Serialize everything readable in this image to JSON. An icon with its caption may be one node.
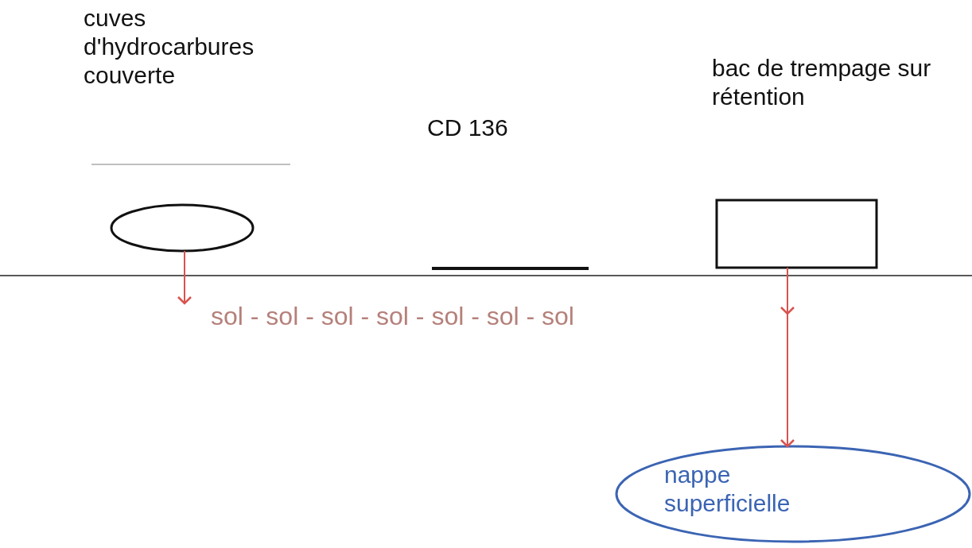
{
  "diagram": {
    "nodes": [
      {
        "text": [
          "cuves d'hydrocarbures couverte"
        ]
      },
      {
        "text": [
          "CD 136"
        ]
      },
      {
        "text": [
          "bac de trempage sur rétention"
        ]
      },
      {
        "text": [
          "nappe superficielle"
        ]
      }
    ],
    "edges": [
      {
        "from": 0,
        "to": null,
        "arrow": "to"
      },
      {
        "from": 2,
        "to": 3,
        "arrow": "to"
      }
    ],
    "labels": [
      "sol - sol - sol - sol - sol - sol - sol"
    ]
  }
}
